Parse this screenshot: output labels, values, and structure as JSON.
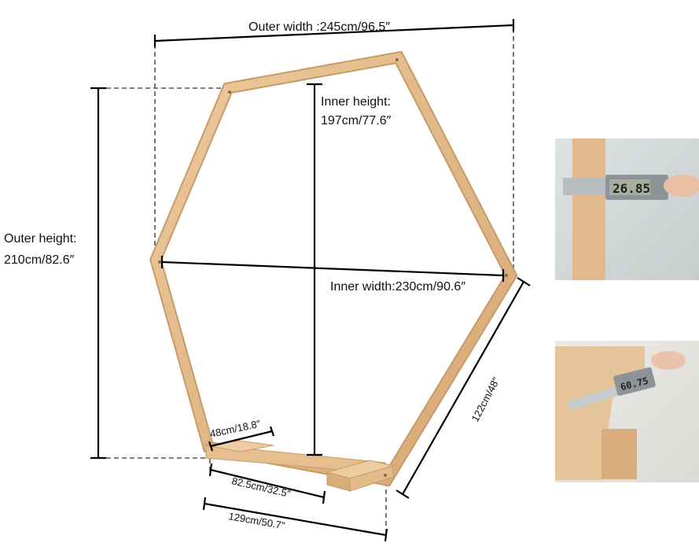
{
  "dimensions": {
    "outer_width": "Outer width :245cm/96.5″",
    "outer_height_label": "Outer height:",
    "outer_height_value": "210cm/82.6″",
    "inner_height_label": "Inner height:",
    "inner_height_value": "197cm/77.6″",
    "inner_width": "Inner width:230cm/90.6″",
    "side_length": "122cm/48″",
    "foot_length": "48cm/18.8″",
    "base_inner": "82.5cm/32.5″",
    "base_outer": "129cm/50.7″"
  },
  "photos": [
    {
      "caliper_reading": "26.85"
    },
    {
      "caliper_reading": "60.75"
    }
  ],
  "colors": {
    "wood": "#e2b98a",
    "wood_dark": "#c99a66",
    "line": "#000000"
  }
}
